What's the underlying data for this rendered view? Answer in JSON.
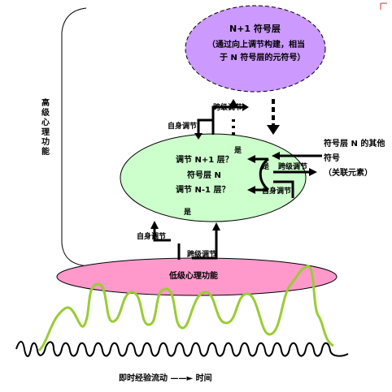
{
  "corner_mark": "▫",
  "top_layer": {
    "title": "N+1 符号层",
    "desc_line1": "（通过向上调节构建，相当",
    "desc_line2": "于 N 符号层的元符号）",
    "fill": "#cc99ff"
  },
  "middle_layer": {
    "line1": "调节 N+1 层？",
    "line2": "符号层 N",
    "line3": "调节 N-1 层？",
    "fill": "#ccffcc"
  },
  "bottom_layer": {
    "label": "低级心理功能",
    "fill": "#ff99cc"
  },
  "side_bracket_label": "高级心理功能",
  "labels": {
    "cross_level_top": "跨级调节",
    "self_regulation_top": "自身调节",
    "yes_top": "是",
    "yes_right": "是",
    "cross_level_right": "跨级调节",
    "self_regulation_right": "自身调节",
    "yes_bottom": "是",
    "self_regulation_bottom": "自身调节",
    "cross_level_bottom": "跨级调节"
  },
  "other_symbols": {
    "line1": "符号层 N 的其他",
    "line2": "符号",
    "line3": "（关联元素）"
  },
  "footer": {
    "left": "即时经验流动",
    "arrow": "——►",
    "right": "时间"
  },
  "colors": {
    "green_wave": "#99cc33",
    "black": "#000000"
  }
}
